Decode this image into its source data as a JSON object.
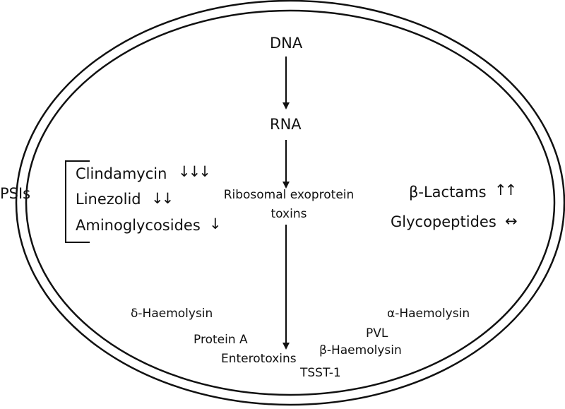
{
  "flow": {
    "dna": "DNA",
    "rna": "RNA",
    "toxins_line1": "Ribosomal exoprotein",
    "toxins_line2": "toxins"
  },
  "psi": {
    "label": "PSIs",
    "drugs": [
      {
        "name": "Clindamycin",
        "effect": "↓↓↓"
      },
      {
        "name": "Linezolid",
        "effect": "↓↓"
      },
      {
        "name": "Aminoglycosides",
        "effect": "↓"
      }
    ]
  },
  "cell_wall_agents": [
    {
      "name": "β-Lactams",
      "effect": "↑↑"
    },
    {
      "name": "Glycopeptides",
      "effect": "↔"
    }
  ],
  "exoproteins": {
    "delta_haemolysin": "δ-Haemolysin",
    "protein_a": "Protein A",
    "enterotoxins": "Enterotoxins",
    "tsst1": "TSST-1",
    "beta_haemolysin": "β-Haemolysin",
    "pvl": "PVL",
    "alpha_haemolysin": "α-Haemolysin"
  },
  "colors": {
    "stroke": "#111111",
    "background": "#ffffff"
  }
}
